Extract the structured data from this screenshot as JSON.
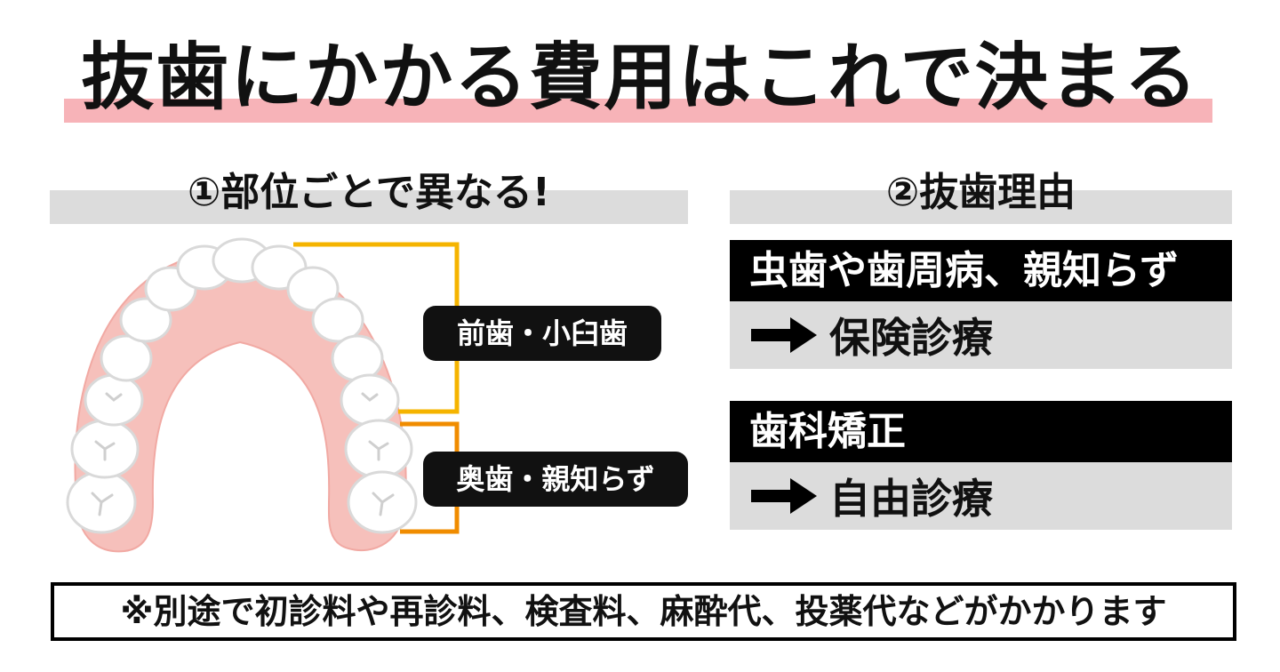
{
  "title": "抜歯にかかる費用はこれで決まる",
  "section1": {
    "heading": "①部位ごとで異なる!",
    "labels": {
      "front": "前歯・小臼歯",
      "back": "奥歯・親知らず"
    }
  },
  "section2": {
    "heading": "②抜歯理由",
    "items": [
      {
        "reason": "虫歯や歯周病、親知らず",
        "result": "保険診療"
      },
      {
        "reason": "歯科矯正",
        "result": "自由診療"
      }
    ]
  },
  "note": "※別途で初診料や再診料、検査料、麻酔代、投薬代などがかかります",
  "colors": {
    "title_highlight": "#f7b3b8",
    "header_band": "#dcdcdc",
    "bracket_front": "#f5b400",
    "bracket_back": "#f08c00",
    "gum": "#f6c0bb",
    "tooth": "#ffffff"
  }
}
